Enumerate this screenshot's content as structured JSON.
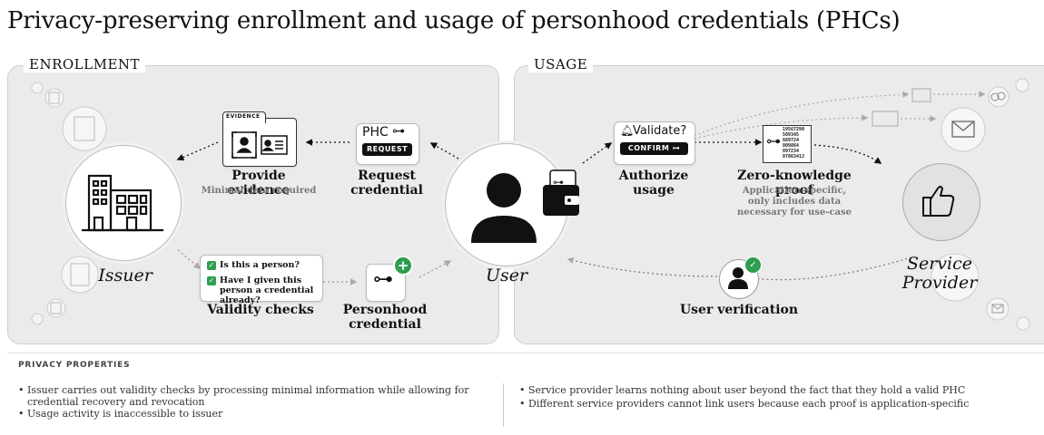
{
  "title": "Privacy-preserving enrollment and usage of personhood credentials (PHCs)",
  "enrollment": {
    "section_label": "ENROLLMENT",
    "issuer_label": "Issuer",
    "evidence_tag": "EVIDENCE",
    "provide_evidence_label": "Provide evidence",
    "provide_evidence_sub": "Minimal data required",
    "phc_text": "PHC",
    "request_button": "REQUEST",
    "request_label": "Request credential",
    "check_1": "Is this a person?",
    "check_2": "Have I given this person a credential already?",
    "validity_label": "Validity checks",
    "personhood_label": "Personhood credential"
  },
  "user": {
    "label": "User"
  },
  "usage": {
    "section_label": "USAGE",
    "validate_text": "Validate?",
    "confirm_button": "CONFIRM",
    "authorize_label": "Authorize usage",
    "zkp_label": "Zero-knowledge proof",
    "zkp_sub": "Application-specific, only includes data necessary for use-case",
    "zkp_digits": [
      "19567290",
      "509345",
      "689724",
      "809864",
      "897234",
      "87863412"
    ],
    "service_label": "Service Provider",
    "user_verification_label": "User verification"
  },
  "privacy": {
    "header": "PRIVACY PROPERTIES",
    "left": [
      "Issuer carries out validity checks by processing minimal information while allowing for credential recovery and revocation",
      "Usage activity is inaccessible to issuer"
    ],
    "right": [
      "Service provider learns nothing about user beyond the fact that they hold a valid PHC",
      "Different service providers cannot link users because each proof is application-specific"
    ]
  },
  "colors": {
    "panel_bg": "#ebebeb",
    "accent_green": "#2e9e4f",
    "dark": "#111111"
  }
}
